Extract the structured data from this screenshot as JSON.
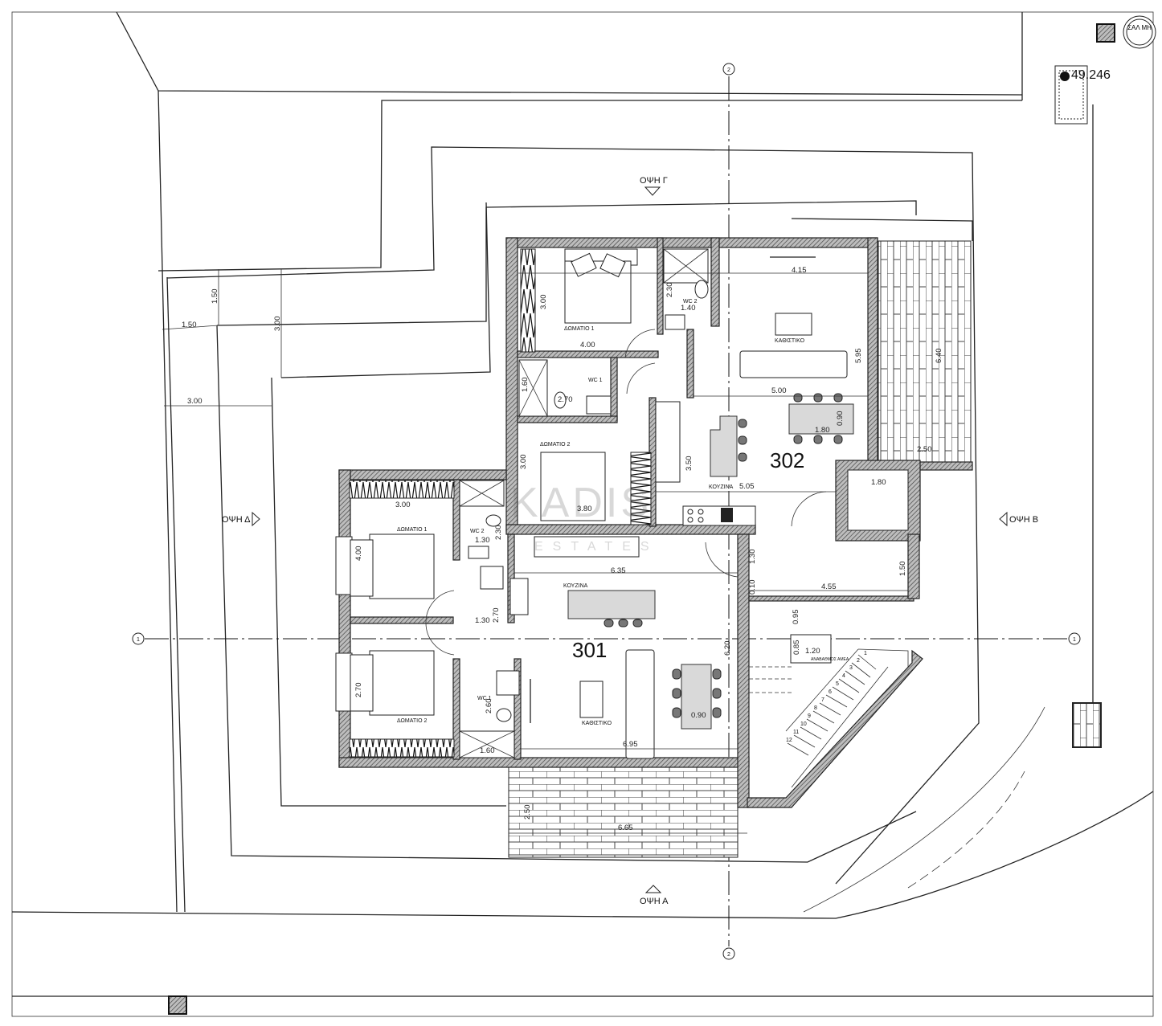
{
  "units": {
    "u301": "301",
    "u302": "302"
  },
  "rooms_302": {
    "bedroom1": "ΔΩΜΑΤΙΟ 1",
    "bedroom2": "ΔΩΜΑΤΙΟ 2",
    "wc2": "WC 2",
    "wc1": "WC 1",
    "living": "ΚΑΘΙΣΤΙΚΟ",
    "kitchen": "ΚΟΥΖΙΝΑ"
  },
  "rooms_301": {
    "bedroom1": "ΔΩΜΑΤΙΟ 1",
    "bedroom2": "ΔΩΜΑΤΙΟ 2",
    "wc2": "WC 2",
    "wc1": "WC 1",
    "living": "ΚΑΘΙΣΤΙΚΟ",
    "kitchen": "ΚΟΥΖΙΝΑ"
  },
  "elevations": {
    "a": "ΟΨΗ Α",
    "b": "ΟΨΗ Β",
    "g": "ΟΨΗ Γ",
    "d": "ΟΨΗ Δ"
  },
  "axes": {
    "axis1": "1",
    "axis2": "2"
  },
  "level_marker": "49.246",
  "stamp": "ΣΑΛ ΜΗ",
  "watermark": {
    "main": "KADIS",
    "sub": "ESTATES"
  },
  "ramp_label": "ΑΝΑΒΑΘΜΟΣ ΑΜΕΑ",
  "stair_steps": [
    "1",
    "2",
    "3",
    "4",
    "5",
    "6",
    "7",
    "8",
    "9",
    "10",
    "11",
    "12"
  ],
  "dims": [
    "4.15",
    "5.95",
    "5.00",
    "0.90",
    "1.80",
    "6.40",
    "2.50",
    "3.50",
    "5.05",
    "1.80",
    "4.00",
    "3.00",
    "2.30",
    "1.40",
    "1.60",
    "2.70",
    "3.00",
    "3.80",
    "3.00",
    "1.30",
    "2.30",
    "4.00",
    "6.35",
    "1.30",
    "0.10",
    "4.55",
    "1.50",
    "1.30",
    "2.70",
    "6.20",
    "0.95",
    "0.85",
    "1.20",
    "2.70",
    "2.60",
    "0.90",
    "1.60",
    "6.95",
    "2.50",
    "6.65",
    "1.50",
    "3.00",
    "1.50",
    "3.00"
  ]
}
